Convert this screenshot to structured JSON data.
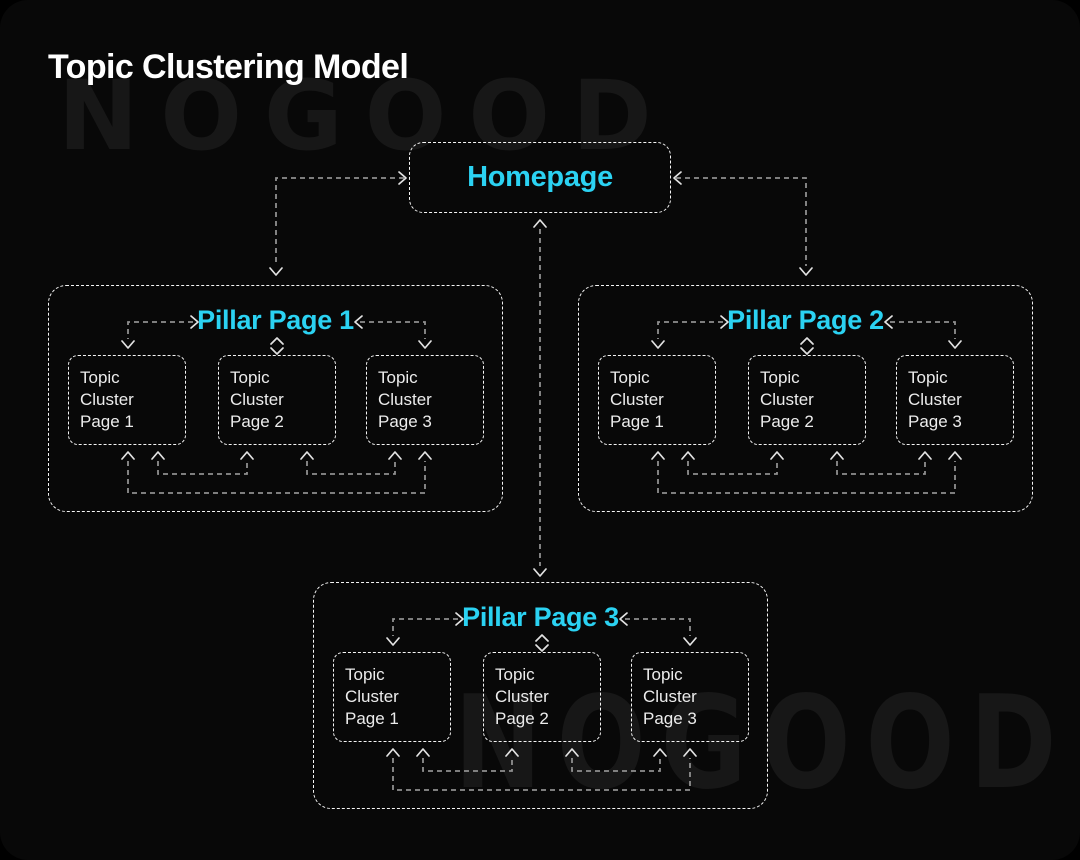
{
  "title": "Topic Clustering Model",
  "watermark": "NOGOOD",
  "homepage": {
    "label": "Homepage"
  },
  "clusters": [
    {
      "title": "Pillar Page 1",
      "pages": [
        "Topic Cluster Page 1",
        "Topic Cluster Page 2",
        "Topic Cluster Page 3"
      ]
    },
    {
      "title": "Pillar Page 2",
      "pages": [
        "Topic Cluster Page 1",
        "Topic Cluster Page 2",
        "Topic Cluster Page 3"
      ]
    },
    {
      "title": "Pillar Page 3",
      "pages": [
        "Topic Cluster Page 1",
        "Topic Cluster Page 2",
        "Topic Cluster Page 3"
      ]
    }
  ],
  "colors": {
    "accent": "#2bd2f2",
    "page_bg": "#000000",
    "canvas": "#080808",
    "watermark": "#171717",
    "text_primary": "#ffffff",
    "box_text": "#ececec",
    "node_border": "#f5f5f5",
    "connector_line": "#8f8f8f",
    "connector_arrow": "#e2e2e2"
  }
}
